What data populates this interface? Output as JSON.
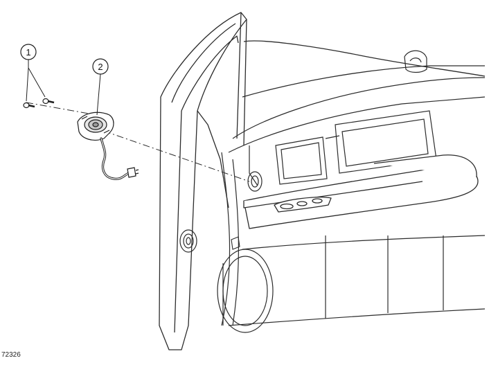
{
  "figure": {
    "id": "72326",
    "callouts": [
      {
        "number": "1"
      },
      {
        "number": "2"
      }
    ]
  },
  "colors": {
    "line": "#2b2b2b",
    "light_line": "#8a8a8a",
    "fill": "#ffffff"
  }
}
